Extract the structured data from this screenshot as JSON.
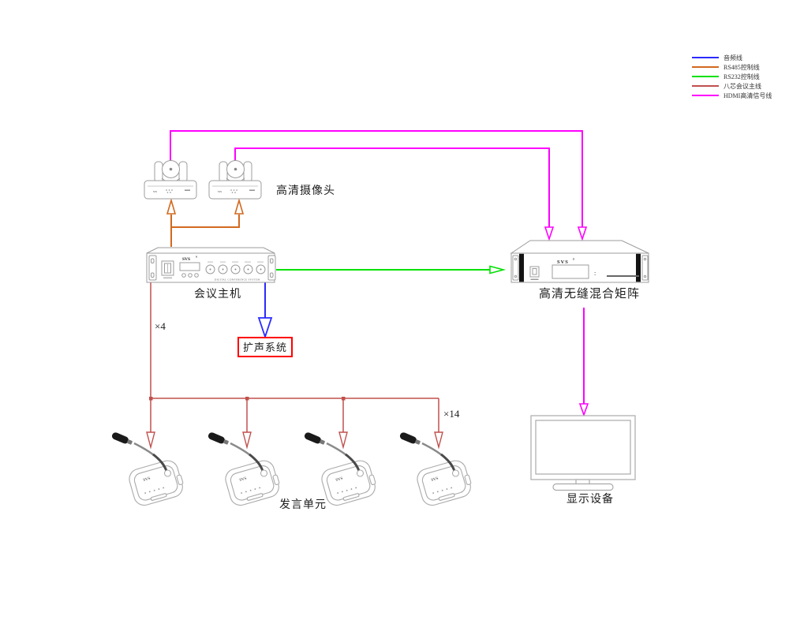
{
  "legend": {
    "items": [
      {
        "label": "音频线",
        "color": "#2B2BFF"
      },
      {
        "label": "RS485控制线",
        "color": "#D2691E"
      },
      {
        "label": "RS232控制线",
        "color": "#00E000"
      },
      {
        "label": "八芯会议主线",
        "color": "#C0504D"
      },
      {
        "label": "HDMI高清信号线",
        "color": "#FF00FF"
      }
    ]
  },
  "labels": {
    "camera": "高清摄像头",
    "host": "会议主机",
    "matrix": "高清无缝混合矩阵",
    "pa_system": "扩声系统",
    "display": "显示设备",
    "mic": "发言单元",
    "host_mic_line_count": "×4",
    "mic_line_max_count": "×14"
  },
  "devices": {
    "camera": {
      "brand": "svs"
    },
    "host": {
      "brand": "SVS",
      "model_text": "DIGITAL CONFERENCE SYSTEM"
    },
    "matrix": {
      "brand": "SVS"
    },
    "mic": {
      "brand": "SVS"
    }
  },
  "colors": {
    "audio_line": "#2B2BFF",
    "rs485_line": "#D2691E",
    "rs232_line": "#00E000",
    "conference_main_line": "#C0504D",
    "hdmi_line": "#FF00FF",
    "pa_box_border": "#FF0000",
    "device_outline": "#9C9C9C"
  }
}
